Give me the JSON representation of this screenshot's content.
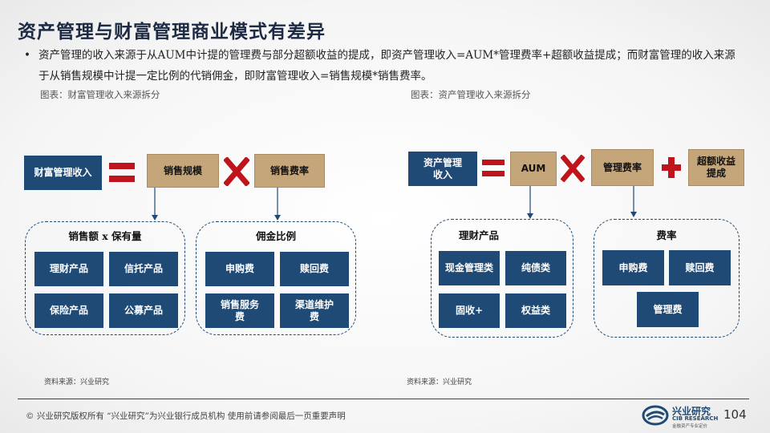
{
  "title": "资产管理与财富管理商业模式有差异",
  "bullet": {
    "symbol": "•",
    "text": "资产管理的收入来源于从AUM中计提的管理费与部分超额收益的提成，即资产管理收入=AUM*管理费率+超额收益提成；而财富管理的收入来源于从销售规模中计提一定比例的代销佣金，即财富管理收入=销售规模*销售费率。"
  },
  "left": {
    "caption": "图表：财富管理收入来源拆分",
    "result": "财富管理收入",
    "factor1": "销售规模",
    "factor2": "销售费率",
    "group1": {
      "title": "销售额 x 保有量",
      "items": [
        "理财产品",
        "信托产品",
        "保险产品",
        "公募产品"
      ]
    },
    "group2": {
      "title": "佣金比例",
      "items": [
        "申购费",
        "赎回费",
        "销售服务费",
        "渠道维护费"
      ]
    },
    "source": "资料来源：兴业研究"
  },
  "right": {
    "caption": "图表：资产管理收入来源拆分",
    "result": "资产管理收入",
    "factor1": "AUM",
    "factor2": "管理费率",
    "factor3": "超额收益提成",
    "group1": {
      "title": "理财产品",
      "items": [
        "现金管理类",
        "纯债类",
        "固收+",
        "权益类"
      ]
    },
    "group2": {
      "title": "费率",
      "items": [
        "申购费",
        "赎回费",
        "管理费"
      ]
    },
    "source": "资料来源：兴业研究"
  },
  "footer": {
    "text": "©  兴业研究版权所有    “兴业研究”为兴业银行成员机构    使用前请参阅最后一页重要声明",
    "page": "104",
    "logo_cn": "兴业研究",
    "logo_en": "CIB RESEARCH",
    "logo_tag": "金融资产专业定价"
  },
  "colors": {
    "navy": "#1f4a75",
    "tan": "#c4a67a",
    "red": "#c0141c"
  }
}
